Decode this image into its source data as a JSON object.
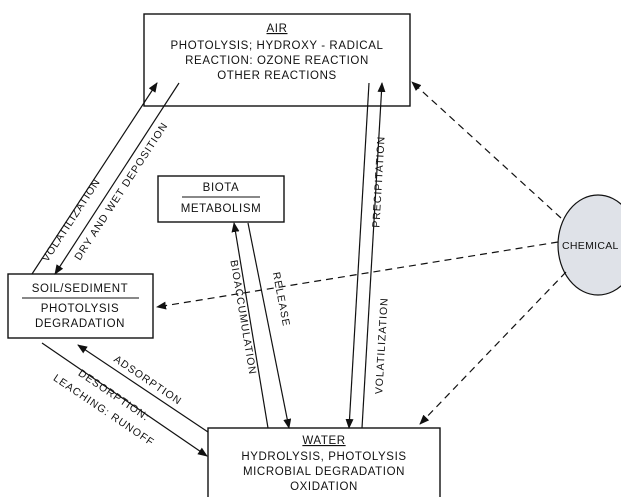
{
  "nodes": {
    "air": {
      "title": "AIR",
      "lines": [
        "PHOTOLYSIS; HYDROXY - RADICAL",
        "REACTION: OZONE REACTION",
        "OTHER REACTIONS"
      ]
    },
    "biota": {
      "title": "BIOTA",
      "lines": [
        "METABOLISM"
      ]
    },
    "soil": {
      "title": "SOIL/SEDIMENT",
      "lines": [
        "PHOTOLYSIS",
        "DEGRADATION"
      ]
    },
    "water": {
      "title": "WATER",
      "lines": [
        "HYDROLYSIS, PHOTOLYSIS",
        "MICROBIAL DEGRADATION",
        "OXIDATION"
      ]
    },
    "chemical": {
      "label": "CHEMICAL"
    }
  },
  "flows": {
    "volatilization_soil_air": "VOLATILIZATION",
    "deposition_air_soil": "DRY AND WET DEPOSITION",
    "precipitation_air_water": "PRECIPITATION",
    "volatilization_water_air": "VOLATILIZATION",
    "bioaccumulation": "BIOACCUMULATION",
    "release": "RELEASE",
    "adsorption": "ADSORPTION",
    "desorption": "DESORPTION:",
    "leaching_runoff": "LEACHING: RUNOFF"
  },
  "colors": {
    "line": "#111111",
    "chemical_fill": "#dfe2e8"
  }
}
